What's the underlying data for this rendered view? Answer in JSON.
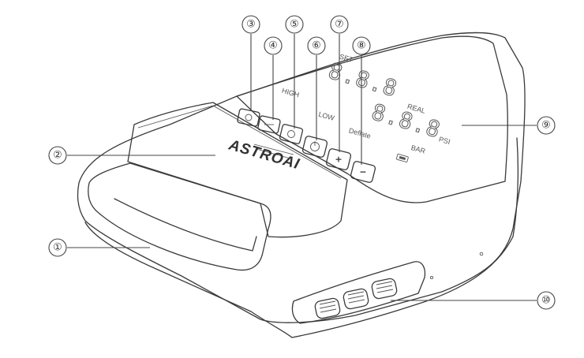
{
  "brand": "ASTROAI",
  "display": {
    "set_label": "SET",
    "real_label": "REAL",
    "set_digits": "8.8.8",
    "real_digits": "8.8.8",
    "high_label": "HIGH",
    "low_label": "LOW",
    "deflate_label": "Deflate",
    "psi_label": "PSI",
    "bar_label": "BAR"
  },
  "buttons": {
    "plus_glyph": "+",
    "minus_glyph": "−"
  },
  "callouts": [
    "①",
    "②",
    "③",
    "④",
    "⑤",
    "⑥",
    "⑦",
    "⑧",
    "⑨",
    "⑩"
  ]
}
